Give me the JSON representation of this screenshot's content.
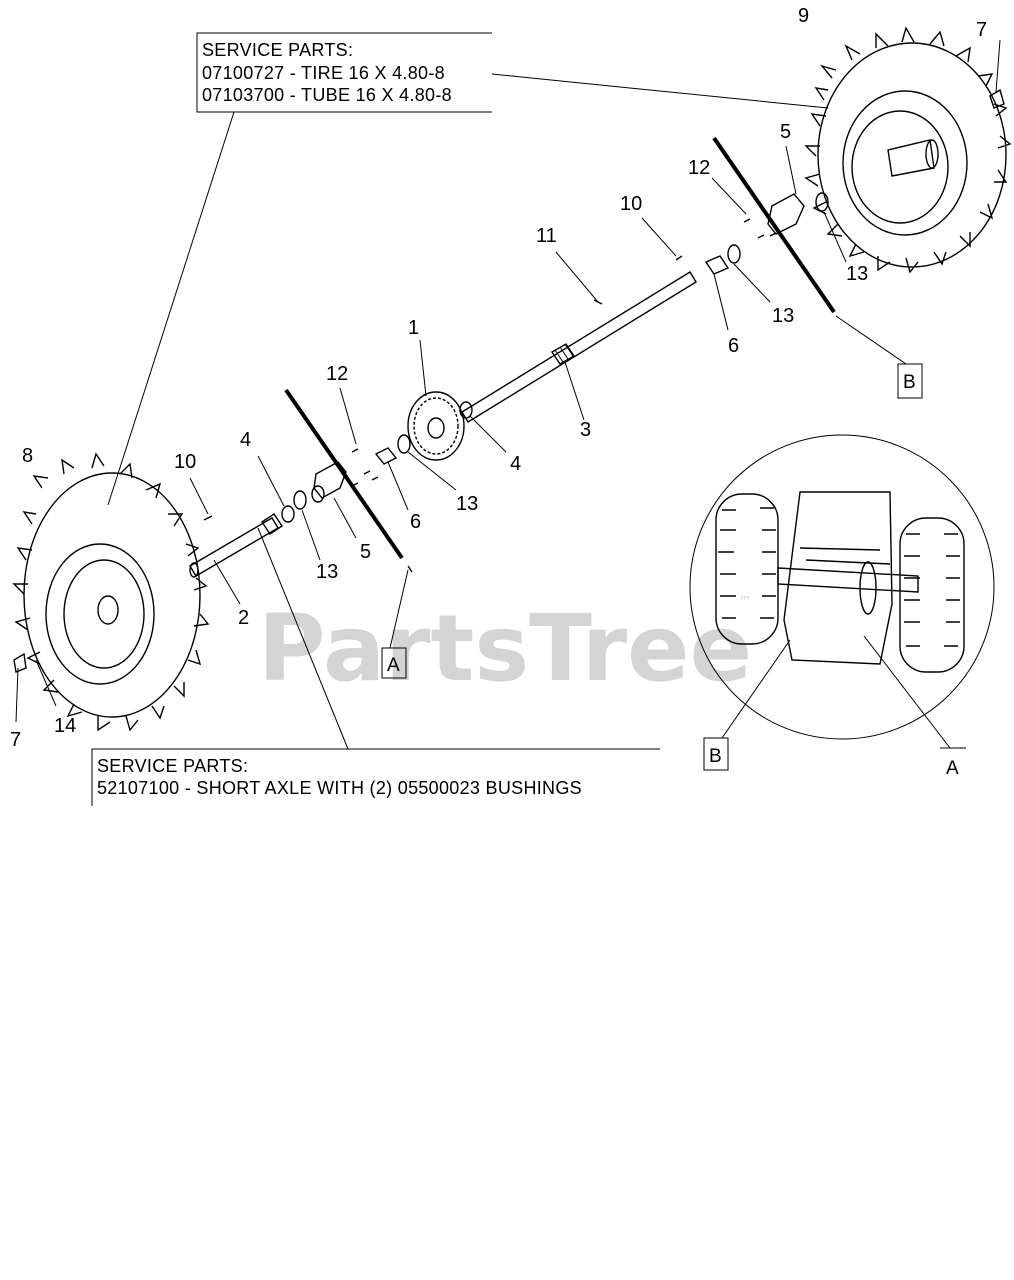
{
  "service_top": {
    "title": "SERVICE PARTS:",
    "line1": "07100727 - TIRE 16 X 4.80-8",
    "line2": "07103700 - TUBE 16 X 4.80-8"
  },
  "service_bottom": {
    "title": "SERVICE PARTS:",
    "line1": "52107100 - SHORT AXLE WITH (2) 05500023 BUSHINGS"
  },
  "callouts": {
    "c1": "1",
    "c2": "2",
    "c3": "3",
    "c4a": "4",
    "c4b": "4",
    "c5a": "5",
    "c5b": "5",
    "c6a": "6",
    "c6b": "6",
    "c7a": "7",
    "c7b": "7",
    "c8": "8",
    "c9": "9",
    "c10a": "10",
    "c10b": "10",
    "c11": "11",
    "c12a": "12",
    "c12b": "12",
    "c13a": "13",
    "c13b": "13",
    "c13c": "13",
    "c13d": "13",
    "c14": "14"
  },
  "detail_refs": {
    "a_main": "A",
    "b_main": "B",
    "a_inset": "A",
    "b_inset": "B"
  },
  "watermark": {
    "brand": "PartsTree",
    "mark": "™"
  }
}
